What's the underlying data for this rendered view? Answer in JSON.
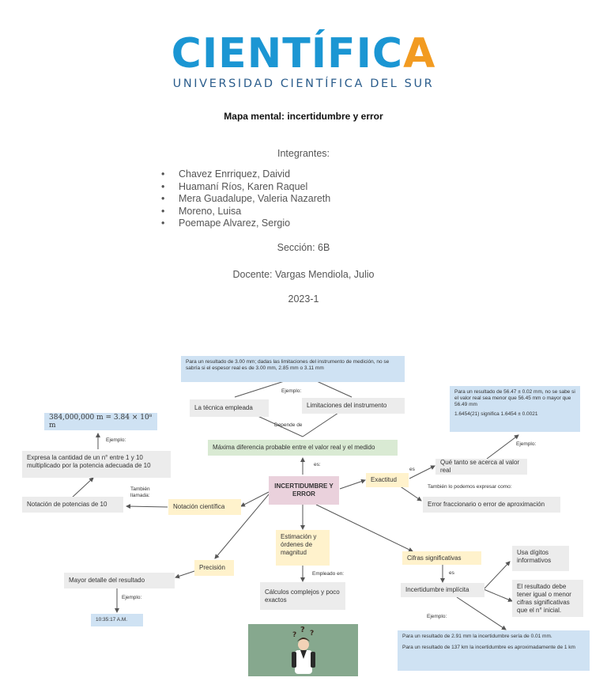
{
  "header": {
    "logo_text": "CIENTÍFICA",
    "logo_subtitle": "UNIVERSIDAD CIENTÍFICA DEL SUR",
    "logo_colors": {
      "blue": "#1b96d3",
      "orange": "#f29b21",
      "subtitle": "#2b5d8c"
    }
  },
  "doc_title": "Mapa mental: incertidumbre y error",
  "members_heading": "Integrantes:",
  "members": [
    "Chavez Enrriquez, Daivid",
    "Huamaní Ríos, Karen Raquel",
    "Mera Guadalupe, Valeria Nazareth",
    "Moreno, Luisa",
    "Poemape Alvarez, Sergio"
  ],
  "section": "Sección: 6B",
  "teacher": "Docente: Vargas Mendiola, Julio",
  "term": "2023-1",
  "mindmap": {
    "center": "INCERTIDUMBRE Y ERROR",
    "es_label": "es:",
    "max_diff": "Máxima diferencia probable entre el valor real y el medido",
    "depende_label": "Depende de",
    "tecnica": "La técnica empleada",
    "limitaciones": "Limitaciones del instrumento",
    "ejemplo_top_label": "Ejemplo:",
    "top_example": "Para un resultado de 3.00 mm; dadas las limitaciones del instrumento de medición, no se sabría si el espesor real es de 3.00 mm, 2.85 mm o 3.11 mm",
    "exactitud": "Exactitud",
    "exactitud_es": "es",
    "que_tanto": "Qué tanto se acerca al valor real",
    "ejemplo_right_label": "Ejemplo:",
    "right_example_1": "Para un resultado de 56.47 ± 0.02 mm, no se sabe si el valor real sea menor que 56.45 mm o mayor que 56.49 mm",
    "right_example_2": "1.6454(21) significa 1.6454 ± 0.0021",
    "tambien_expresar": "También lo podemos expresar como:",
    "error_fraccionario": "Error fraccionario o error de aproximación",
    "notacion_cientifica": "Notación científica",
    "tambien_llamada": "También llamada:",
    "notacion_potencias": "Notación de potencias de 10",
    "expresa": "Expresa la cantidad de un n° entre 1 y 10 multiplicado por la potencia adecuada de 10",
    "ejemplo_left_label": "Ejemplo:",
    "sci_example": "384,000,000 m = 3.84 × 10⁸ m",
    "precision": "Precisión",
    "mayor_detalle": "Mayor detalle del resultado",
    "ejemplo_precision_label": "Ejemplo:",
    "time_example": "10:35:17 A.M.",
    "estimacion": "Estimación y órdenes de magnitud",
    "empleado_en": "Empleado en:",
    "calculos": "Cálculos complejos y poco exactos",
    "cifras": "Cifras significativas",
    "cifras_es": "es",
    "incertidumbre_implicita": "Incertidumbre implícita",
    "usa_digitos": "Usa dígitos informativos",
    "resultado_debe": "El resultado debe tener igual o menor cifras significativas que el n° inicial.",
    "ejemplo_bottom_label": "Ejemplo:",
    "bottom_example_1": "Para un resultado de 2.91 mm la incertidumbre sería de 0.01 mm.",
    "bottom_example_2": "Para un resultado de 137 km la incertidumbre es aproximadamente de 1 km"
  }
}
